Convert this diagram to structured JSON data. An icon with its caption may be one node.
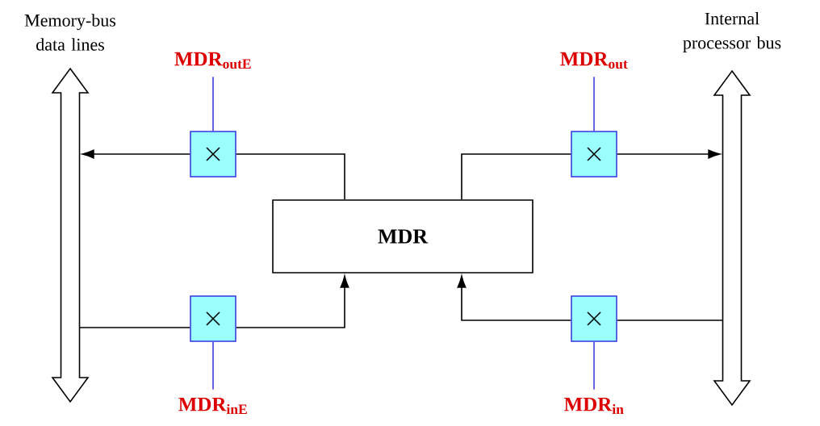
{
  "diagram": {
    "nodes": [
      {
        "text": [
          "Memory-bus data lines"
        ]
      },
      {
        "text": [
          "Internal processor bus"
        ]
      },
      {
        "text": [
          "MDR"
        ]
      },
      {
        "text": [],
        "shape": "box"
      },
      {
        "text": [],
        "shape": "box"
      },
      {
        "text": [],
        "shape": "box"
      },
      {
        "text": [],
        "shape": "box"
      },
      {
        "text": [
          "MDR$_{outE}$"
        ]
      },
      {
        "text": [
          "MDR$_{out}$"
        ]
      },
      {
        "text": [
          "MDR$_{inE}$"
        ]
      },
      {
        "text": [
          "MDR$_{in}$"
        ]
      }
    ],
    "edges": [
      {
        "from": 2,
        "to": 3,
        "arrow": "none"
      },
      {
        "from": 3,
        "to": 0,
        "arrow": "to"
      },
      {
        "from": 2,
        "to": 4,
        "arrow": "none"
      },
      {
        "from": 4,
        "to": 1,
        "arrow": "to"
      },
      {
        "from": 0,
        "to": 5,
        "arrow": "none"
      },
      {
        "from": 5,
        "to": 2,
        "arrow": "to"
      },
      {
        "from": 1,
        "to": 6,
        "arrow": "none"
      },
      {
        "from": 6,
        "to": 2,
        "arrow": "to"
      },
      {
        "from": 7,
        "to": 3,
        "arrow": "none",
        "color": "#3333dd"
      },
      {
        "from": 8,
        "to": 4,
        "arrow": "none",
        "color": "#3333dd"
      },
      {
        "from": 9,
        "to": 5,
        "arrow": "none",
        "color": "#3333dd"
      },
      {
        "from": 10,
        "to": 6,
        "arrow": "none",
        "color": "#3333dd"
      }
    ]
  }
}
